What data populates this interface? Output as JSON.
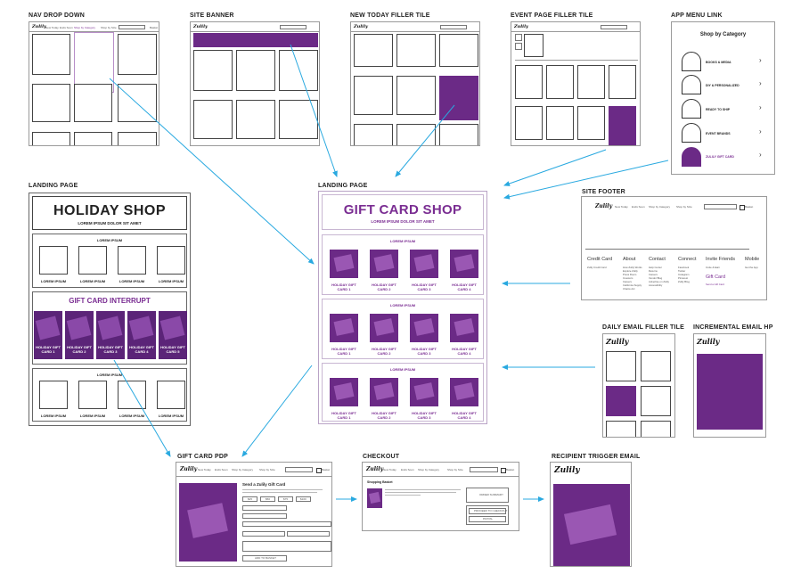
{
  "labels": {
    "nav_drop_down": "NAV DROP DOWN",
    "site_banner": "SITE BANNER",
    "new_today_filler_tile": "NEW TODAY FILLER TILE",
    "event_page_filler_tile": "EVENT PAGE FILLER TILE",
    "app_menu_link": "APP MENU LINK",
    "landing_page_left": "LANDING PAGE",
    "landing_page_center": "LANDING PAGE",
    "site_footer": "SITE FOOTER",
    "daily_email_filler_tile": "DAILY EMAIL FILLER TILE",
    "incremental_email_hp": "INCREMENTAL EMAIL HP",
    "gift_card_pdp": "GIFT CARD PDP",
    "checkout": "CHECKOUT",
    "recipient_trigger_email": "RECIPIENT TRIGGER EMAIL"
  },
  "logo": "Zulily",
  "holiday_shop": {
    "title": "HOLIDAY SHOP",
    "subtitle": "LOREM IPSUM DOLOR SIT AMET",
    "section_title": "LOREM IPSUM",
    "product_label": "LOREM IPSUM",
    "interrupt_title": "GIFT CARD INTERRUPT",
    "cards": [
      "HOLIDAY GIFT CARD 1",
      "HOLIDAY GIFT CARD 2",
      "HOLIDAY GIFT CARD 3",
      "HOLIDAY GIFT CARD 4",
      "HOLIDAY GIFT CARD 5"
    ]
  },
  "gift_card_shop": {
    "title": "GIFT CARD SHOP",
    "subtitle": "LOREM IPSUM DOLOR SIT AMET",
    "section_title": "LOREM IPSUM",
    "cards": [
      "HOLIDAY GIFT CARD 1",
      "HOLIDAY GIFT CARD 2",
      "HOLIDAY GIFT CARD 3",
      "HOLIDAY GIFT CARD 4"
    ]
  },
  "app_menu": {
    "title": "Shop by Category",
    "items": [
      "BOOKS & MEDIA",
      "DIY & PERSONALIZED",
      "READY TO SHIP",
      "EVENT BRANDS",
      "ZULILY GIFT CARD"
    ]
  },
  "nav_links": [
    "New Today",
    "Ends Soon",
    "Shop by Category",
    "Shop by Size"
  ],
  "basket": "Basket",
  "footer": {
    "columns": [
      "Credit Card",
      "About",
      "Contact",
      "Connect",
      "Invite Friends",
      "Mobile"
    ],
    "gift_card": "Gift Card",
    "subitems": {
      "credit_card": [
        "Zulily Credit Card"
      ],
      "about": [
        "How Zulily Works",
        "Explore Zulily",
        "Press Room",
        "Investors",
        "Careers",
        "California Supply",
        "Chains Act"
      ],
      "contact": [
        "Help Center",
        "Returns",
        "Careers",
        "Vendor Blog",
        "Advertise on Zulily",
        "Accessibility"
      ],
      "connect": [
        "Facebook",
        "Twitter",
        "Instagram",
        "Pinterest",
        "Zulily Blog"
      ],
      "invite": [
        "Invite & Earn"
      ],
      "invite_extra": [
        "Send a Gift Card"
      ],
      "mobile": [
        "Get the App"
      ]
    }
  },
  "pdp": {
    "title": "Send a Zulily Gift Card",
    "amounts": [
      "$25",
      "$50",
      "$75",
      "$100"
    ],
    "cta": "ADD TO BASKET"
  },
  "checkout": {
    "title": "Shopping Basket",
    "summary": "ORDER SUMMARY",
    "proceed": "PROCEED TO CHECKOUT",
    "paypal": "PAYPAL"
  },
  "colors": {
    "accent": "#6b2a86",
    "arrow": "#29a9e0"
  }
}
